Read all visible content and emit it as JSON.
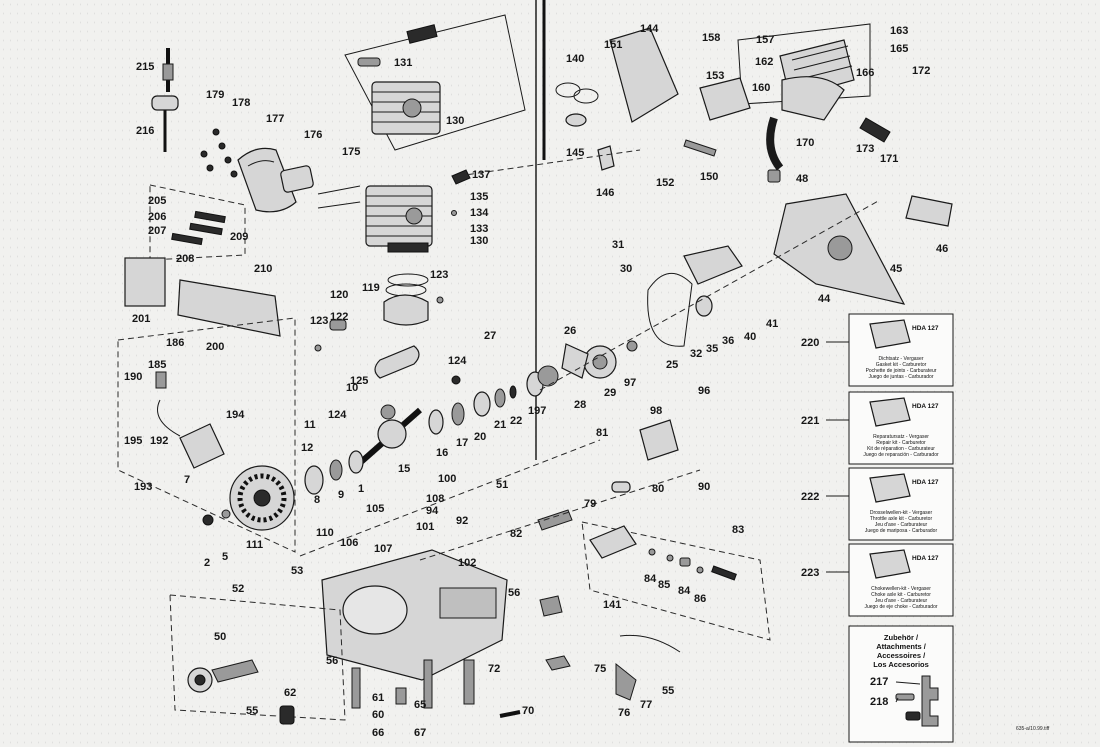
{
  "document_ref": "635-a/10.99.tiff",
  "kits": [
    {
      "num": "220",
      "code": "HDA 127",
      "lines": [
        "Dichtsatz - Vergaser",
        "Gasket kit - Carburetor",
        "Pochette de joints - Carburateur",
        "Juego de juntas - Carburador"
      ]
    },
    {
      "num": "221",
      "code": "HDA 127",
      "lines": [
        "Reparatursatz - Vergaser",
        "Repair kit - Carburetor",
        "Kit de réparation - Carburateur",
        "Juego de reparación - Carburador"
      ]
    },
    {
      "num": "222",
      "code": "HDA 127",
      "lines": [
        "Drosselwellen-kit - Vergaser",
        "Throttle axle kit - Carburetor",
        "Jeu d'axe - Carburateur",
        "Juego de mariposa - Carburador"
      ]
    },
    {
      "num": "223",
      "code": "HDA 127",
      "lines": [
        "Chokewellen-kit - Vergaser",
        "Choke axle kit - Carburetor",
        "Jeu d'axe - Carburateur",
        "Juego de eje choke - Carburador"
      ]
    }
  ],
  "accessories": {
    "heading": [
      "Zubehör /",
      "Attachments /",
      "Accessoires /",
      "Los Accesorios"
    ],
    "items": [
      "217",
      "218"
    ]
  },
  "callouts": [
    "215",
    "216",
    "179",
    "178",
    "177",
    "176",
    "175",
    "131",
    "130",
    "137",
    "135",
    "134",
    "133",
    "130",
    "205",
    "206",
    "207",
    "208",
    "209",
    "210",
    "201",
    "200",
    "120",
    "119",
    "123",
    "123",
    "122",
    "125",
    "10",
    "124",
    "11",
    "124",
    "12",
    "15",
    "16",
    "17",
    "20",
    "21",
    "22",
    "197",
    "186",
    "185",
    "190",
    "194",
    "195",
    "192",
    "193",
    "7",
    "8",
    "9",
    "1",
    "2",
    "5",
    "111",
    "110",
    "106",
    "105",
    "107",
    "108",
    "94",
    "101",
    "92",
    "102",
    "100",
    "51",
    "53",
    "52",
    "50",
    "56",
    "55",
    "62",
    "61",
    "60",
    "66",
    "65",
    "67",
    "70",
    "72",
    "75",
    "76",
    "77",
    "55",
    "56",
    "141",
    "140",
    "145",
    "144",
    "151",
    "146",
    "152",
    "150",
    "153",
    "160",
    "158",
    "157",
    "162",
    "163",
    "165",
    "166",
    "172",
    "173",
    "171",
    "170",
    "48",
    "46",
    "45",
    "44",
    "41",
    "40",
    "36",
    "35",
    "32",
    "31",
    "30",
    "25",
    "27",
    "26",
    "28",
    "29",
    "97",
    "98",
    "96",
    "81",
    "80",
    "79",
    "82",
    "90",
    "83",
    "84",
    "85",
    "84",
    "86"
  ]
}
